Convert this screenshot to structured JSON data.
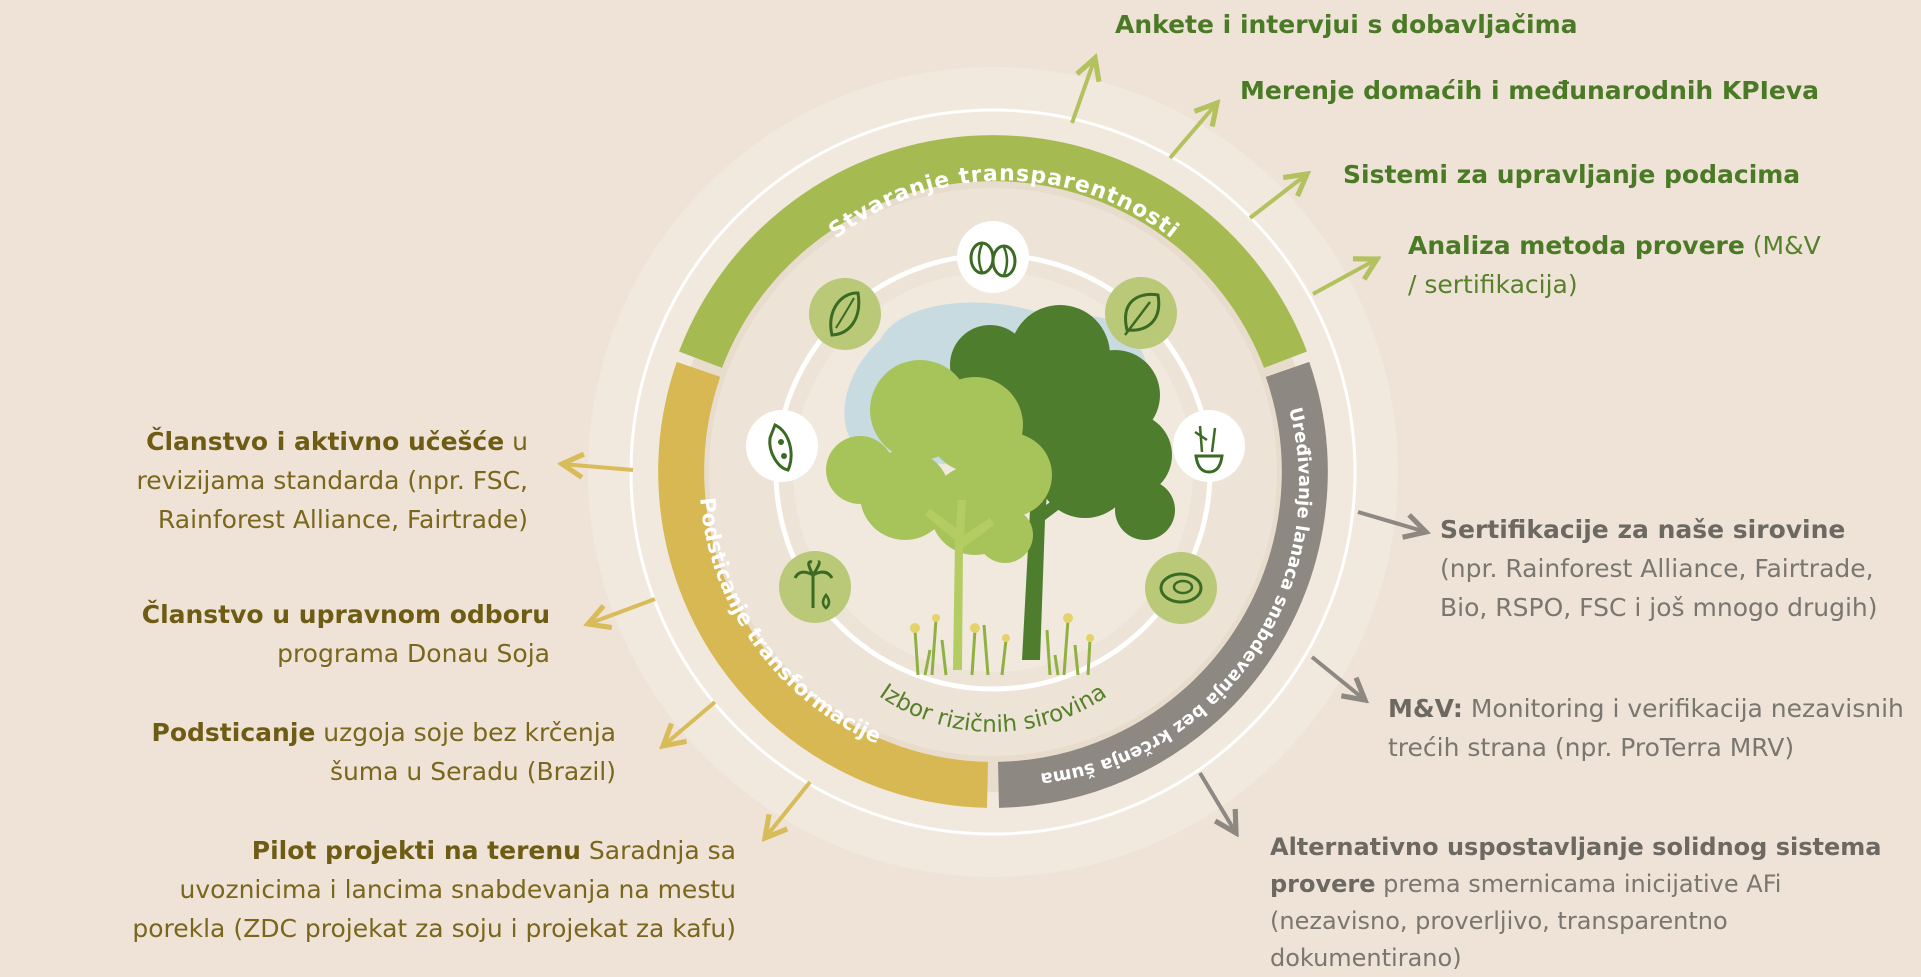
{
  "center": {
    "label": "Izbor rizičnih sirovina"
  },
  "rings": {
    "transparency": "Stvaranje transparentnosti",
    "transformation": "Podsticanje transformacije",
    "supply_chain": "Uređivanje lanaca snabdevanja bez krčenja šuma"
  },
  "icons": [
    "coffee-beans-icon",
    "leaf-icon",
    "tea-icon",
    "meat-icon",
    "palm-oil-icon",
    "soy-icon",
    "cocoa-icon"
  ],
  "colors": {
    "background": "#eee3d6",
    "transparency": "#a5bb52",
    "transformation": "#d8b853",
    "supply_chain": "#8d8882"
  },
  "transparency_items": [
    {
      "bold": "Ankete i intervjui s dobavljačima",
      "text": ""
    },
    {
      "bold": "Merenje domaćih i međunarodnih KPIeva",
      "text": ""
    },
    {
      "bold": "Sistemi za upravljanje podacima",
      "text": ""
    },
    {
      "bold": "Analiza metoda provere",
      "text": " (M&V / sertifikacija)"
    }
  ],
  "transformation_items": [
    {
      "bold": "Članstvo i aktivno učešće",
      "text": " u revizijama standarda (npr. FSC, Rainforest Alliance, Fairtrade)"
    },
    {
      "bold": "Članstvo u upravnom odboru",
      "text": " programa Donau Soja"
    },
    {
      "bold": "Podsticanje",
      "text": " uzgoja soje bez krčenja šuma u Seradu (Brazil)"
    },
    {
      "bold": "Pilot projekti na terenu",
      "text": " Saradnja sa uvoznicima i lancima snabdevanja na mestu porekla (ZDC projekat za soju i projekat za kafu)"
    }
  ],
  "supply_chain_items": [
    {
      "bold": "Sertifikacije za naše sirovine",
      "text": " (npr. Rainforest Alliance, Fairtrade, Bio, RSPO, FSC i još mnogo drugih)"
    },
    {
      "bold": "M&V:",
      "text": " Monitoring i verifikacija nezavisnih trećih strana (npr. ProTerra MRV)"
    },
    {
      "bold": "Alternativno uspostavljanje solidnog sistema provere",
      "text": " prema smernicama inicijative AFi (nezavisno, proverljivo, transparentno dokumentirano)"
    }
  ]
}
